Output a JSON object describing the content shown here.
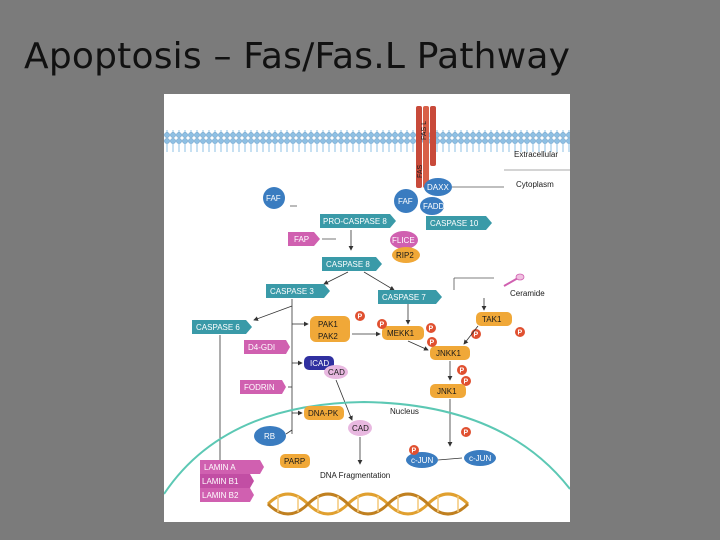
{
  "slide": {
    "title": "Apoptosis – Fas/Fas.L Pathway"
  },
  "diagram": {
    "regions": {
      "extracellular": "Extracellular",
      "cytoplasm": "Cytoplasm",
      "nucleus": "Nucleus"
    },
    "receptor": {
      "ligand": "FAS L",
      "receptor": "FAS"
    },
    "nodes": {
      "fap_left": "FAF",
      "fap_top": "FAF",
      "daxx": "DAXX",
      "fadd": "FADD",
      "pro_caspase8": "PRO-CASPASE 8",
      "caspase10": "CASPASE 10",
      "fap": "FAP",
      "flice": "FLICE",
      "rip2": "RIP2",
      "caspase8": "CASPASE 8",
      "caspase3": "CASPASE 3",
      "caspase7": "CASPASE 7",
      "ceramide": "Ceramide",
      "caspase6": "CASPASE 6",
      "pak1": "PAK1",
      "pak2": "PAK2",
      "mekk1": "MEKK1",
      "tak1": "TAK1",
      "d4gdi": "D4-GDI",
      "icad": "ICAD",
      "cad_cyto": "CAD",
      "jnkk1": "JNKK1",
      "fodrin": "FODRIN",
      "jnk1": "JNK1",
      "dnapk": "DNA-PK",
      "cad_nuc": "CAD",
      "rb": "RB",
      "parp": "PARP",
      "cjun_left": "c-JUN",
      "cjun_right": "c-JUN",
      "lamin_a": "LAMIN A",
      "lamin_b1": "LAMIN B1",
      "lamin_b2": "LAMIN B2",
      "dna_fragmentation": "DNA Fragmentation"
    },
    "phospho": "P",
    "colors": {
      "teal": "#3a9aa8",
      "orange": "#f0a838",
      "magenta": "#d060b0",
      "blue": "#3a7cc0",
      "phospho_red": "#e05030",
      "membrane": "#b8d8ee",
      "nucleus_line": "#5cc8b4"
    }
  }
}
